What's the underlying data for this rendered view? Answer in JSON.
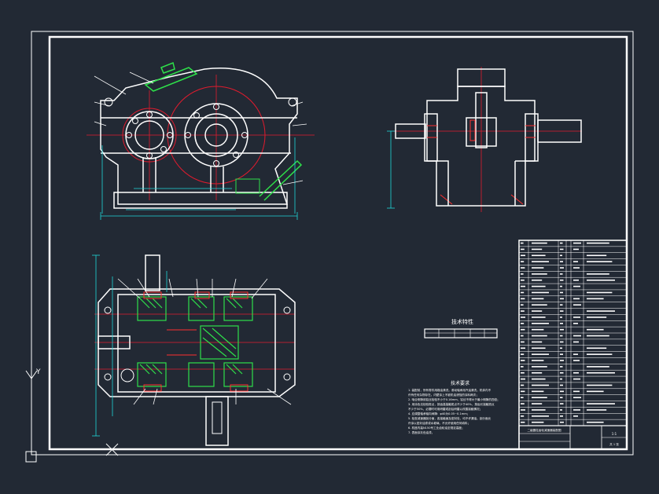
{
  "drawing": {
    "colors": {
      "background": "#222934",
      "outline": "#ffffff",
      "centerline": "#e21b2e",
      "dimension": "#20d8d8",
      "gear_section": "#2ee04a",
      "hidden": "#ff3030"
    },
    "tech_characteristics_title": "技术特性",
    "tech_requirements_title": "技术要求",
    "tech_requirements_lines": [
      "1. 装配前，所有零件用煤油清洗，滚动轴承用汽油清洗，机体内不",
      "   许有任何杂物存在。内壁涂上不被机油浸蚀的涂料两次；",
      "2. 啮合侧隙用铅丝检验不小于0.16mm，铅丝不得大于最小侧隙的四倍；",
      "3. 用涂色法检验斑点，按齿高接触斑点不少于40%，按齿长接触斑点",
      "   不少于50%，必要时可用研磨或刮后研磨以改善接触情况；",
      "4. 应调整轴承轴向间隙：φ40为0.05~0.1mm；",
      "5. 检查减速器剖分面，各接触面及密封处，均不许漏油。剖分面允",
      "   许涂以密封油漆或水玻璃，不允许使用任何填料；",
      "6. 机座内装N150号工业齿轮油至规定高度；",
      "7. 表面涂灰色油漆。"
    ],
    "title_block_name": "二级圆柱齿轮减速器装配图",
    "title_block_scale": "1:1",
    "title_block_sheet": "共 1 张",
    "ucs_label": "Y"
  }
}
